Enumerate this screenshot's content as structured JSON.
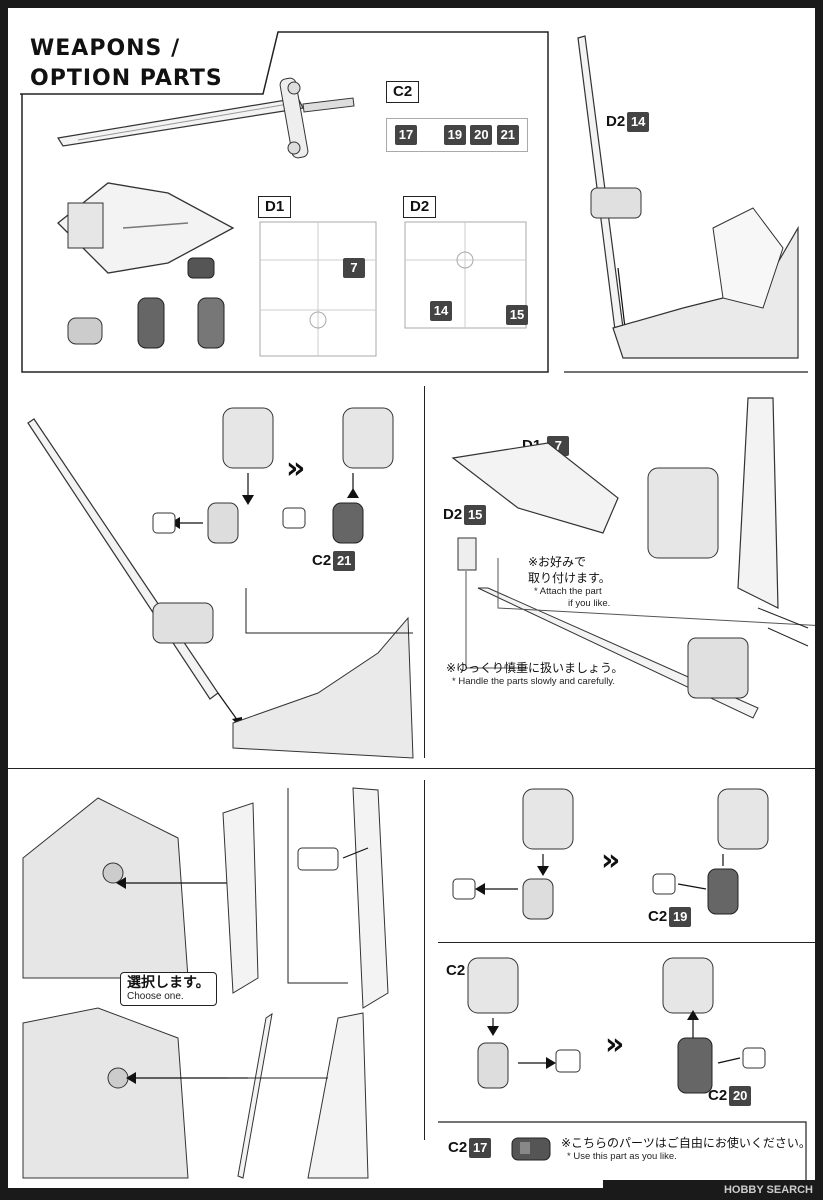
{
  "header": {
    "title_line1": "WEAPONS /",
    "title_line2": "OPTION PARTS"
  },
  "runners": {
    "c2": {
      "label": "C2",
      "parts": [
        "17",
        "19",
        "20",
        "21"
      ]
    },
    "d1": {
      "label": "D1",
      "parts": [
        "7"
      ]
    },
    "d2": {
      "label": "D2",
      "parts": [
        "14",
        "15"
      ]
    }
  },
  "steps": {
    "sword_top": {
      "code": "D2",
      "num": "14"
    },
    "hand_swap_21": {
      "code": "C2",
      "num": "21"
    },
    "shield_d1": {
      "code": "D1",
      "num": "7"
    },
    "shield_d2": {
      "code": "D2",
      "num": "15"
    },
    "hand_swap_19": {
      "code": "C2",
      "num": "19"
    },
    "hand_swap_20": {
      "code": "C2",
      "num": "20"
    },
    "extra_part": {
      "code": "C2",
      "num": "17"
    }
  },
  "notes": {
    "attach": {
      "jp": "※お好みで取り付けます。",
      "jp_line1": "※お好みで",
      "jp_line2": "取り付けます。",
      "en1": "* Attach the part",
      "en2": "if you like."
    },
    "handle": {
      "jp": "※ゆっくり慎重に扱いましょう。",
      "en": "* Handle the parts slowly and carefully."
    },
    "choose": {
      "jp": "選択します。",
      "en": "Choose one."
    },
    "use": {
      "jp": "※こちらのパーツはご自由にお使いください。",
      "en": "* Use this part as you like."
    }
  },
  "symbols": {
    "next_step": "»"
  },
  "watermark": "HOBBY SEARCH"
}
